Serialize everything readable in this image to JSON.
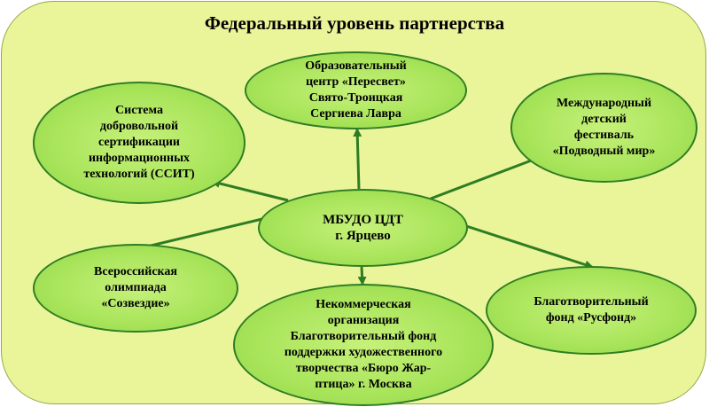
{
  "diagram": {
    "title": "Федеральный уровень партнерства",
    "colors": {
      "background": "#eaf59a",
      "node_fill": "#a8e45a",
      "node_border": "#2f7d23",
      "connector": "#2f7d23"
    },
    "center": {
      "text": "МБУДО ЦДТ\nг. Ярцево"
    },
    "partners": [
      {
        "id": "top",
        "text": "Образовательный\nцентр «Пересвет»\nСвято-Троицкая\nСергиева Лавра"
      },
      {
        "id": "left",
        "text": "Система\nдобровольной\nсертификации\nинформационных\nтехнологий (ССИТ)"
      },
      {
        "id": "right",
        "text": "Международный\nдетский\nфестиваль\n«Подводный мир»"
      },
      {
        "id": "bottomleft",
        "text": "Всероссийская\nолимпиада\n«Созвездие»"
      },
      {
        "id": "bottom",
        "text": "Некоммерческая\nорганизация\nБлаготворительный фонд\nподдержки художественного\nтворчества «Бюро Жар-\nптица» г. Москва"
      },
      {
        "id": "bottomright",
        "text": "Благотворительный\nфонд «Русфонд»"
      }
    ]
  }
}
